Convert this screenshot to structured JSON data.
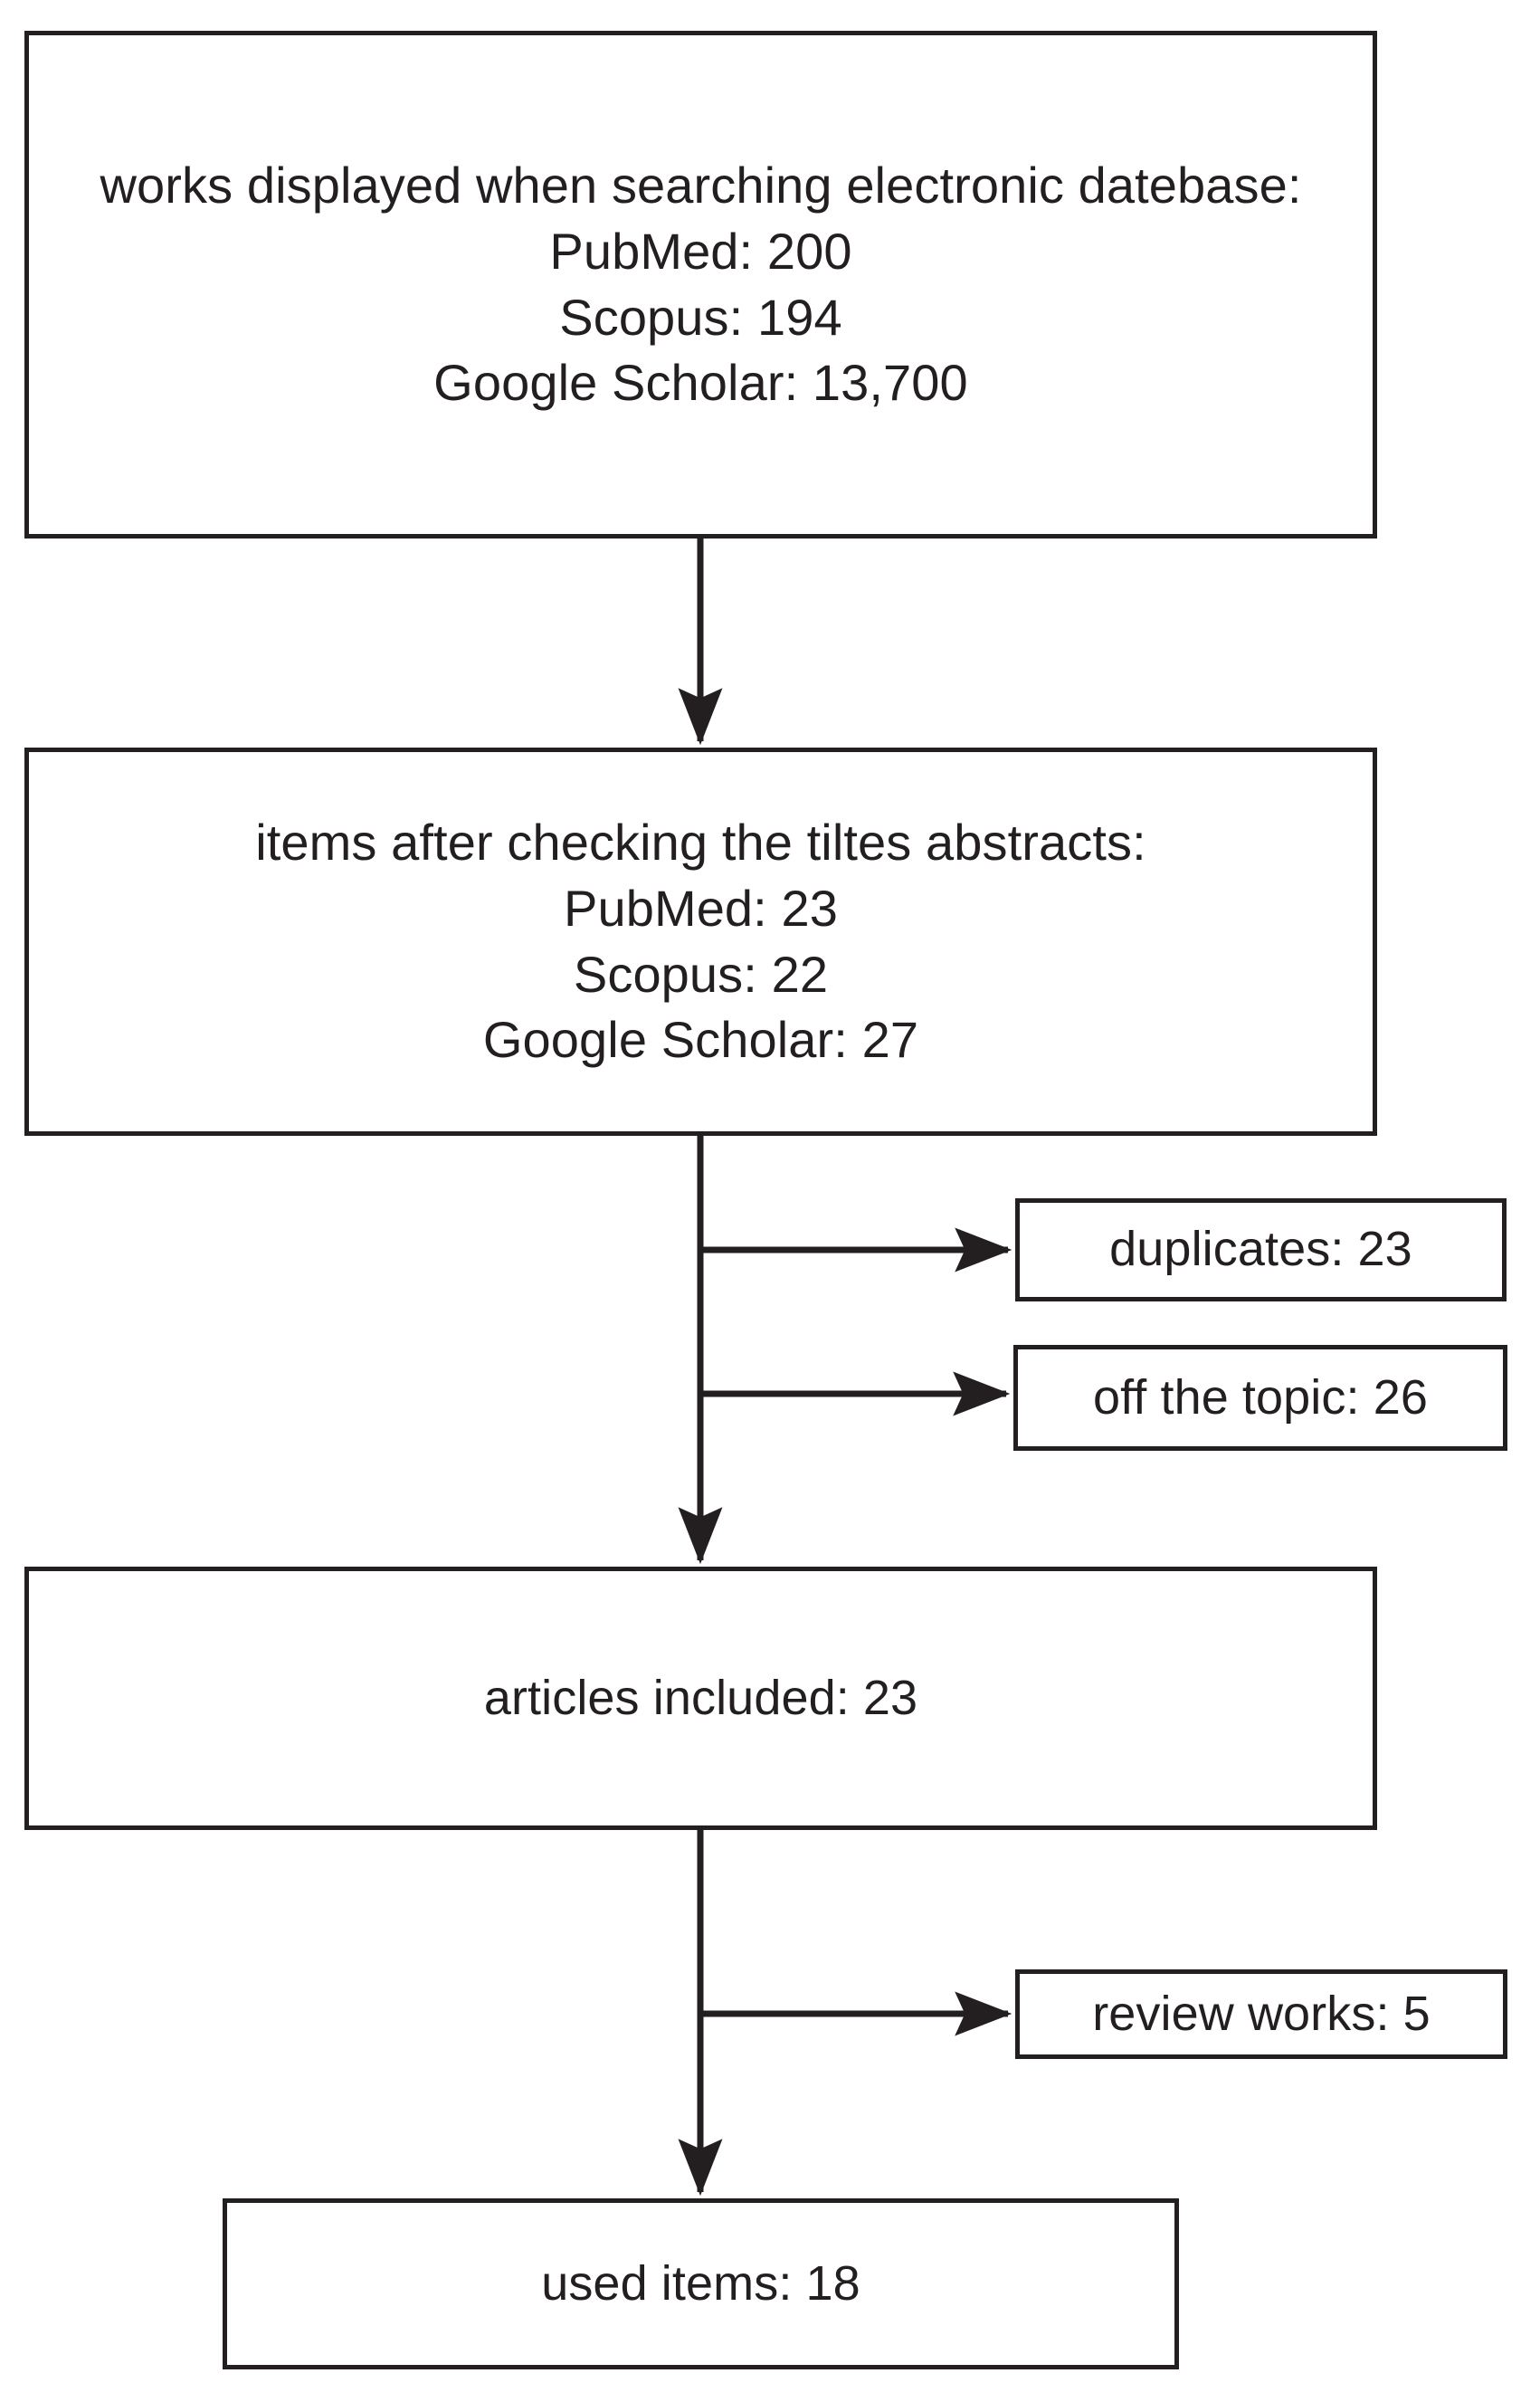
{
  "diagram": {
    "type": "prisma-flow-diagram",
    "orientation": "vertical",
    "background_color": "#ffffff",
    "line_color": "#231f20",
    "text_color": "#231f20",
    "nodes": [
      {
        "id": "searched",
        "text": "works displayed when searching electronic datebase:\nPubMed: 200\nScopus: 194\nGoogle Scholar: 13,700",
        "lines": [
          "works displayed when searching electronic",
          "datebase:",
          "PubMed: 200",
          "Scopus: 194",
          "Google Scholar: 13,700"
        ],
        "counts": {
          "PubMed": 200,
          "Scopus": 194,
          "Google Scholar": 13700
        }
      },
      {
        "id": "after-titles-abstracts",
        "text": "items after checking the tiltes abstracts:\nPubMed: 23\nScopus: 22\nGoogle Scholar: 27",
        "lines": [
          "items after checking the tiltes abstracts:",
          "PubMed: 23",
          "Scopus: 22",
          "Google Scholar: 27"
        ],
        "counts": {
          "PubMed": 23,
          "Scopus": 22,
          "Google Scholar": 27
        }
      },
      {
        "id": "duplicates",
        "text": "duplicates: 23",
        "count": 23
      },
      {
        "id": "off-topic",
        "text": "off the topic: 26",
        "count": 26
      },
      {
        "id": "articles-included",
        "text": "articles included: 23",
        "count": 23
      },
      {
        "id": "review-works",
        "text": "review works: 5",
        "count": 5
      },
      {
        "id": "used-items",
        "text": "used items: 18",
        "count": 18
      }
    ],
    "edges": [
      {
        "from": "searched",
        "to": "after-titles-abstracts",
        "style": "arrow-down"
      },
      {
        "from": "after-titles-abstracts",
        "to": "duplicates",
        "style": "arrow-right"
      },
      {
        "from": "after-titles-abstracts",
        "to": "off-topic",
        "style": "arrow-right"
      },
      {
        "from": "after-titles-abstracts",
        "to": "articles-included",
        "style": "arrow-down"
      },
      {
        "from": "articles-included",
        "to": "review-works",
        "style": "arrow-right"
      },
      {
        "from": "articles-included",
        "to": "used-items",
        "style": "arrow-down"
      }
    ]
  }
}
